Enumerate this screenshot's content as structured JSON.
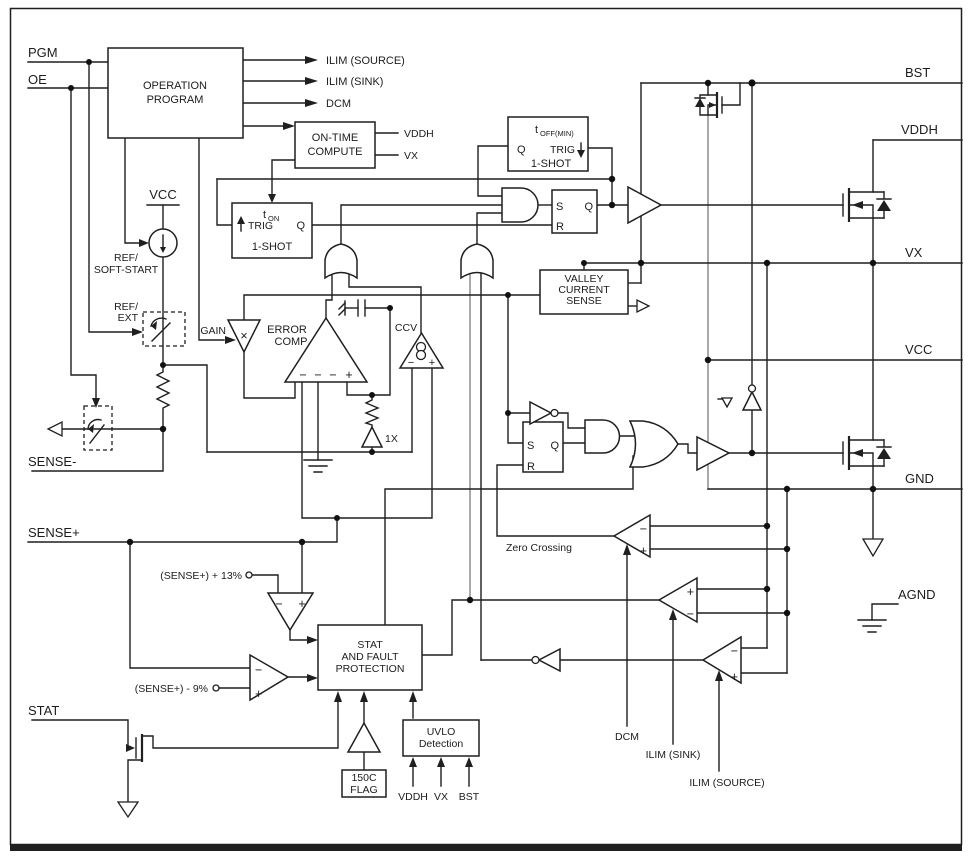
{
  "pins": {
    "pgm": "PGM",
    "oe": "OE",
    "sense_minus": "SENSE-",
    "sense_plus": "SENSE+",
    "stat": "STAT",
    "bst": "BST",
    "vddh": "VDDH",
    "vx": "VX",
    "vcc": "VCC",
    "gnd": "GND",
    "agnd": "AGND"
  },
  "op": {
    "l1": "OPERATION",
    "l2": "PROGRAM"
  },
  "op_out": {
    "ilim_source": "ILIM (SOURCE)",
    "ilim_sink": "ILIM (SINK)",
    "dcm": "DCM"
  },
  "otc": {
    "l1": "ON-TIME",
    "l2": "COMPUTE",
    "out1": "VDDH",
    "out2": "VX"
  },
  "t_on": {
    "t": "t",
    "sub": "ON",
    "trig": "TRIG",
    "q": "Q",
    "name": "1-SHOT"
  },
  "t_off": {
    "t": "t",
    "sub": "OFF(MIN)",
    "trig": "TRIG",
    "q": "Q",
    "name": "1-SHOT"
  },
  "latch": {
    "s": "S",
    "q": "Q",
    "r": "R"
  },
  "vcs": {
    "l1": "VALLEY",
    "l2": "CURRENT",
    "l3": "SENSE"
  },
  "stat_blk": {
    "l1": "STAT",
    "l2": "AND FAULT",
    "l3": "PROTECTION"
  },
  "uvlo": {
    "l1": "UVLO",
    "l2": "Detection",
    "in1": "VDDH",
    "in2": "VX",
    "in3": "BST"
  },
  "flag": {
    "l1": "150C",
    "l2": "FLAG"
  },
  "labels": {
    "ref_soft1": "REF/",
    "ref_soft2": "SOFT-START",
    "ref_ext1": "REF/",
    "ref_ext2": "EXT",
    "gain": "GAIN",
    "times": "×",
    "error1": "ERROR",
    "error2": "COMP",
    "ccv": "CCV",
    "one_x": "1X",
    "zero_crossing": "Zero Crossing",
    "sense13": "(SENSE+) + 13%",
    "sense9": "(SENSE+) - 9%",
    "minus": "−",
    "plus": "+"
  }
}
